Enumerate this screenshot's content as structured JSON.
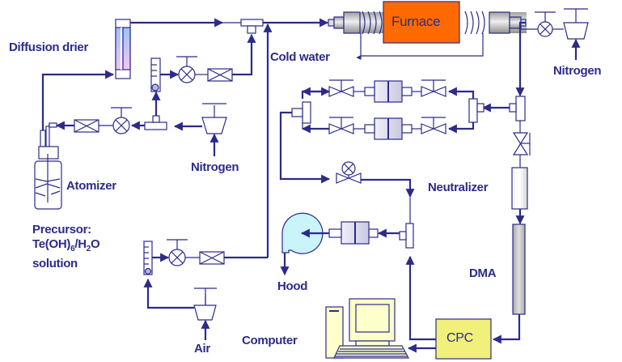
{
  "title": "Aerosol synthesis experimental setup",
  "labels": {
    "diffusion_drier": "Diffusion drier",
    "furnace": "Furnace",
    "cold_water": "Cold water",
    "nitrogen_top_right": "Nitrogen",
    "nitrogen_middle": "Nitrogen",
    "atomizer": "Atomizer",
    "precursor_line1": "Precursor:",
    "precursor_line2_a": "Te(OH)",
    "precursor_line2_sub1": "6",
    "precursor_line2_b": "/H",
    "precursor_line2_sub2": "2",
    "precursor_line2_c": "O",
    "precursor_line3": "solution",
    "neutralizer": "Neutralizer",
    "dma": "DMA",
    "hood": "Hood",
    "computer": "Computer",
    "air": "Air",
    "cpc": "CPC"
  },
  "colors": {
    "line": "#2b2b8a",
    "furnace": "#ff6a00",
    "cpc": "#f0f07a",
    "computer": "#ffffcc",
    "hood": "#c8f4fa",
    "drier_top": "#9cc4f4",
    "drier_bottom": "#f4c4f0"
  }
}
